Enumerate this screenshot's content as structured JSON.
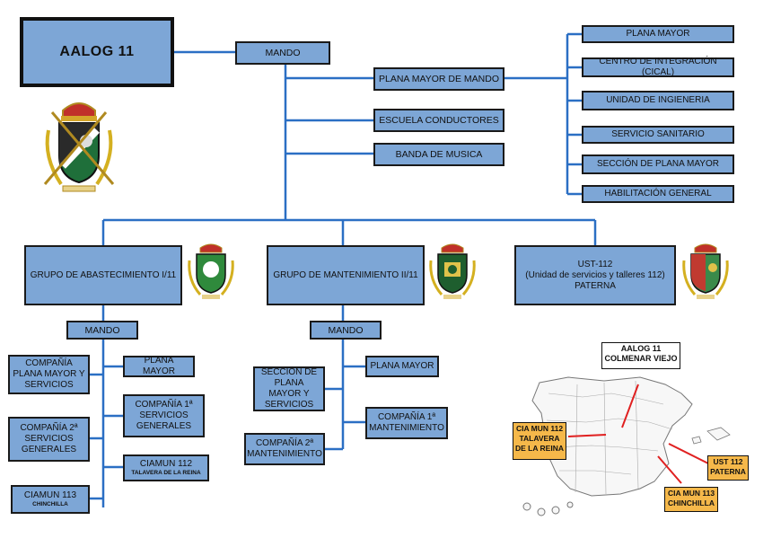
{
  "root": {
    "title": "AALOG 11"
  },
  "mando_top": {
    "label": "MANDO"
  },
  "staff": {
    "plana_mayor_mando": "PLANA MAYOR DE MANDO",
    "escuela": "ESCUELA CONDUCTORES",
    "banda": "BANDA DE MUSICA"
  },
  "plana_mayor_items": [
    "PLANA MAYOR",
    "CENTRO DE INTEGRACIÓN (CICAL)",
    "UNIDAD DE INGIENERIA",
    "SERVICIO SANITARIO",
    "SECCIÓN DE PLANA MAYOR",
    "HABILITACIÓN GENERAL"
  ],
  "groups": {
    "abastecimiento": {
      "title": "GRUPO DE ABASTECIMIENTO I/11",
      "mando": "MANDO",
      "left": [
        "COMPAÑÍA PLANA MAYOR Y SERVICIOS",
        "COMPAÑÍA 2ª SERVICIOS GENERALES",
        "CIAMUN 113"
      ],
      "left_sub": "CHINCHILLA",
      "right": [
        "PLANA MAYOR",
        "COMPAÑÍA 1ª SERVICIOS GENERALES",
        "CIAMUN 112"
      ],
      "right_sub": "TALAVERA DE LA REINA"
    },
    "mantenimiento": {
      "title": "GRUPO DE MANTENIMIENTO II/11",
      "mando": "MANDO",
      "left": [
        "SECCIÓN DE PLANA MAYOR Y SERVICIOS",
        "COMPAÑÍA 2ª MANTENIMIENTO"
      ],
      "right": [
        "PLANA MAYOR",
        "COMPAÑÍA 1ª MANTENIMIENTO"
      ]
    },
    "ust": {
      "line1": "UST-112",
      "line2": "(Unidad de servicios y talleres 112)",
      "line3": "PATERNA"
    }
  },
  "map": {
    "hq": [
      "AALOG 11",
      "COLMENAR VIEJO"
    ],
    "talavera": [
      "CIA MUN 112",
      "TALAVERA",
      "DE LA REINA"
    ],
    "paterna": [
      "UST 112",
      "PATERNA"
    ],
    "chinchilla": [
      "CIA MUN 113",
      "CHINCHILLA"
    ]
  },
  "colors": {
    "box": "#7da6d6",
    "line": "#2b6fc4",
    "tag": "#f5b84a",
    "arrow": "#e02020"
  }
}
